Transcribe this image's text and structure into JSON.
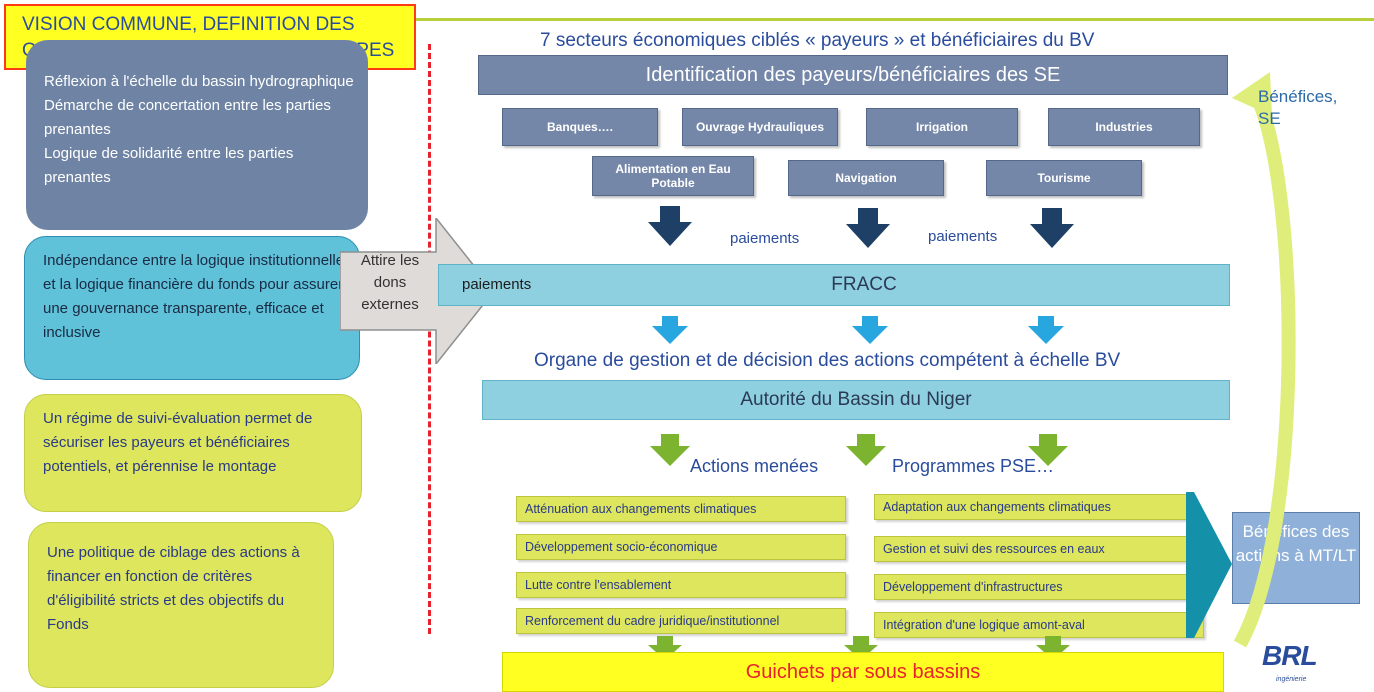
{
  "title": "VISION COMMUNE, DEFINITION DES OBJECTIFS ET DES GRANDS PRINCIPES",
  "left_boxes": [
    "Réflexion à l'échelle du bassin hydrographique\nDémarche de concertation entre les parties prenantes\nLogique de solidarité entre les parties prenantes",
    "Indépendance entre la logique institutionnelle et la logique financière du fonds pour assurer une gouvernance transparente, efficace et inclusive",
    "Un régime de suivi-évaluation permet de sécuriser les payeurs et bénéficiaires potentiels, et pérennise le montage",
    "Une politique de ciblage des actions à financer en fonction de critères d'éligibilité stricts et des objectifs  du Fonds"
  ],
  "external_arrow": "Attire les dons externes",
  "sectors_heading": "7 secteurs économiques ciblés « payeurs » et bénéficiaires du BV",
  "identification_bar": "Identification des payeurs/bénéficiaires des SE",
  "sectors": [
    "Banques….",
    "Ouvrage Hydrauliques",
    "Irrigation",
    "Industries",
    "Alimentation en Eau Potable",
    "Navigation",
    "Tourisme"
  ],
  "payments_label": "paiements",
  "fracc": "FRACC",
  "organ_heading": "Organe de gestion et de décision des actions compétent à échelle BV",
  "authority_bar": "Autorité du Bassin du Niger",
  "actions_label": "Actions menées",
  "programmes_label": "Programmes PSE…",
  "programmes_left": [
    "Atténuation aux changements climatiques",
    "Développement socio-économique",
    "Lutte contre l'ensablement",
    "Renforcement du cadre juridique/institutionnel"
  ],
  "programmes_right": [
    "Adaptation aux changements climatiques",
    "Gestion et suivi des ressources en eaux",
    "Développement d'infrastructures",
    "Intégration d'une logique amont-aval"
  ],
  "benefits_box": "Bénéfices des actions à MT/LT",
  "benefits_se": "Bénéfices, SE",
  "guichets": "Guichets par sous bassins",
  "logo": "BRL",
  "logo_sub": "ingénierie",
  "colors": {
    "title_bg": "#ffff22",
    "title_border": "#ff3b14",
    "slate": "#7587a8",
    "cyan": "#8fd0e0",
    "lime": "#dde65c",
    "navy_arrow": "#1e3f66",
    "cyan_arrow": "#27a6e0",
    "green_arrow": "#7db42f",
    "red_dash": "#e8222d"
  }
}
